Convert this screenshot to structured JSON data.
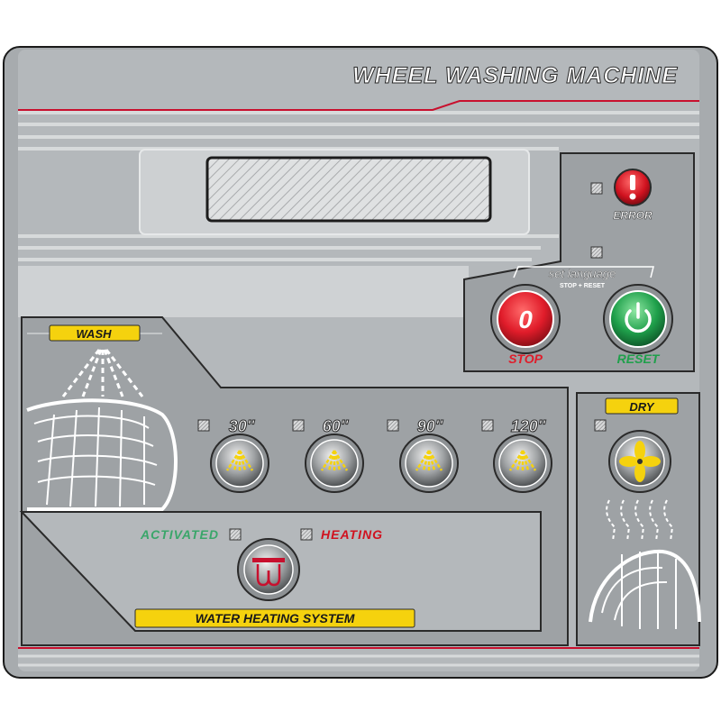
{
  "header": {
    "title": "WHEEL WASHING MACHINE"
  },
  "error": {
    "label": "ERROR"
  },
  "language": {
    "title": "set language",
    "hint": "STOP + RESET"
  },
  "stop": {
    "label": "STOP",
    "glyph": "0"
  },
  "reset": {
    "label": "RESET"
  },
  "wash": {
    "title": "WASH",
    "programs": [
      {
        "label": "30''"
      },
      {
        "label": "60''"
      },
      {
        "label": "90''"
      },
      {
        "label": "120''"
      }
    ]
  },
  "dry": {
    "title": "DRY"
  },
  "heating": {
    "title": "WATER HEATING SYSTEM",
    "activated_label": "ACTIVATED",
    "heating_label": "HEATING"
  },
  "colors": {
    "panel": "#a7abae",
    "panel_light": "#c4c8ca",
    "accent_red": "#c8102e",
    "label_yellow": "#f5d20e",
    "stop_red": "#e01c2a",
    "reset_green": "#1fa04b",
    "activated_green": "#3aa66a"
  }
}
